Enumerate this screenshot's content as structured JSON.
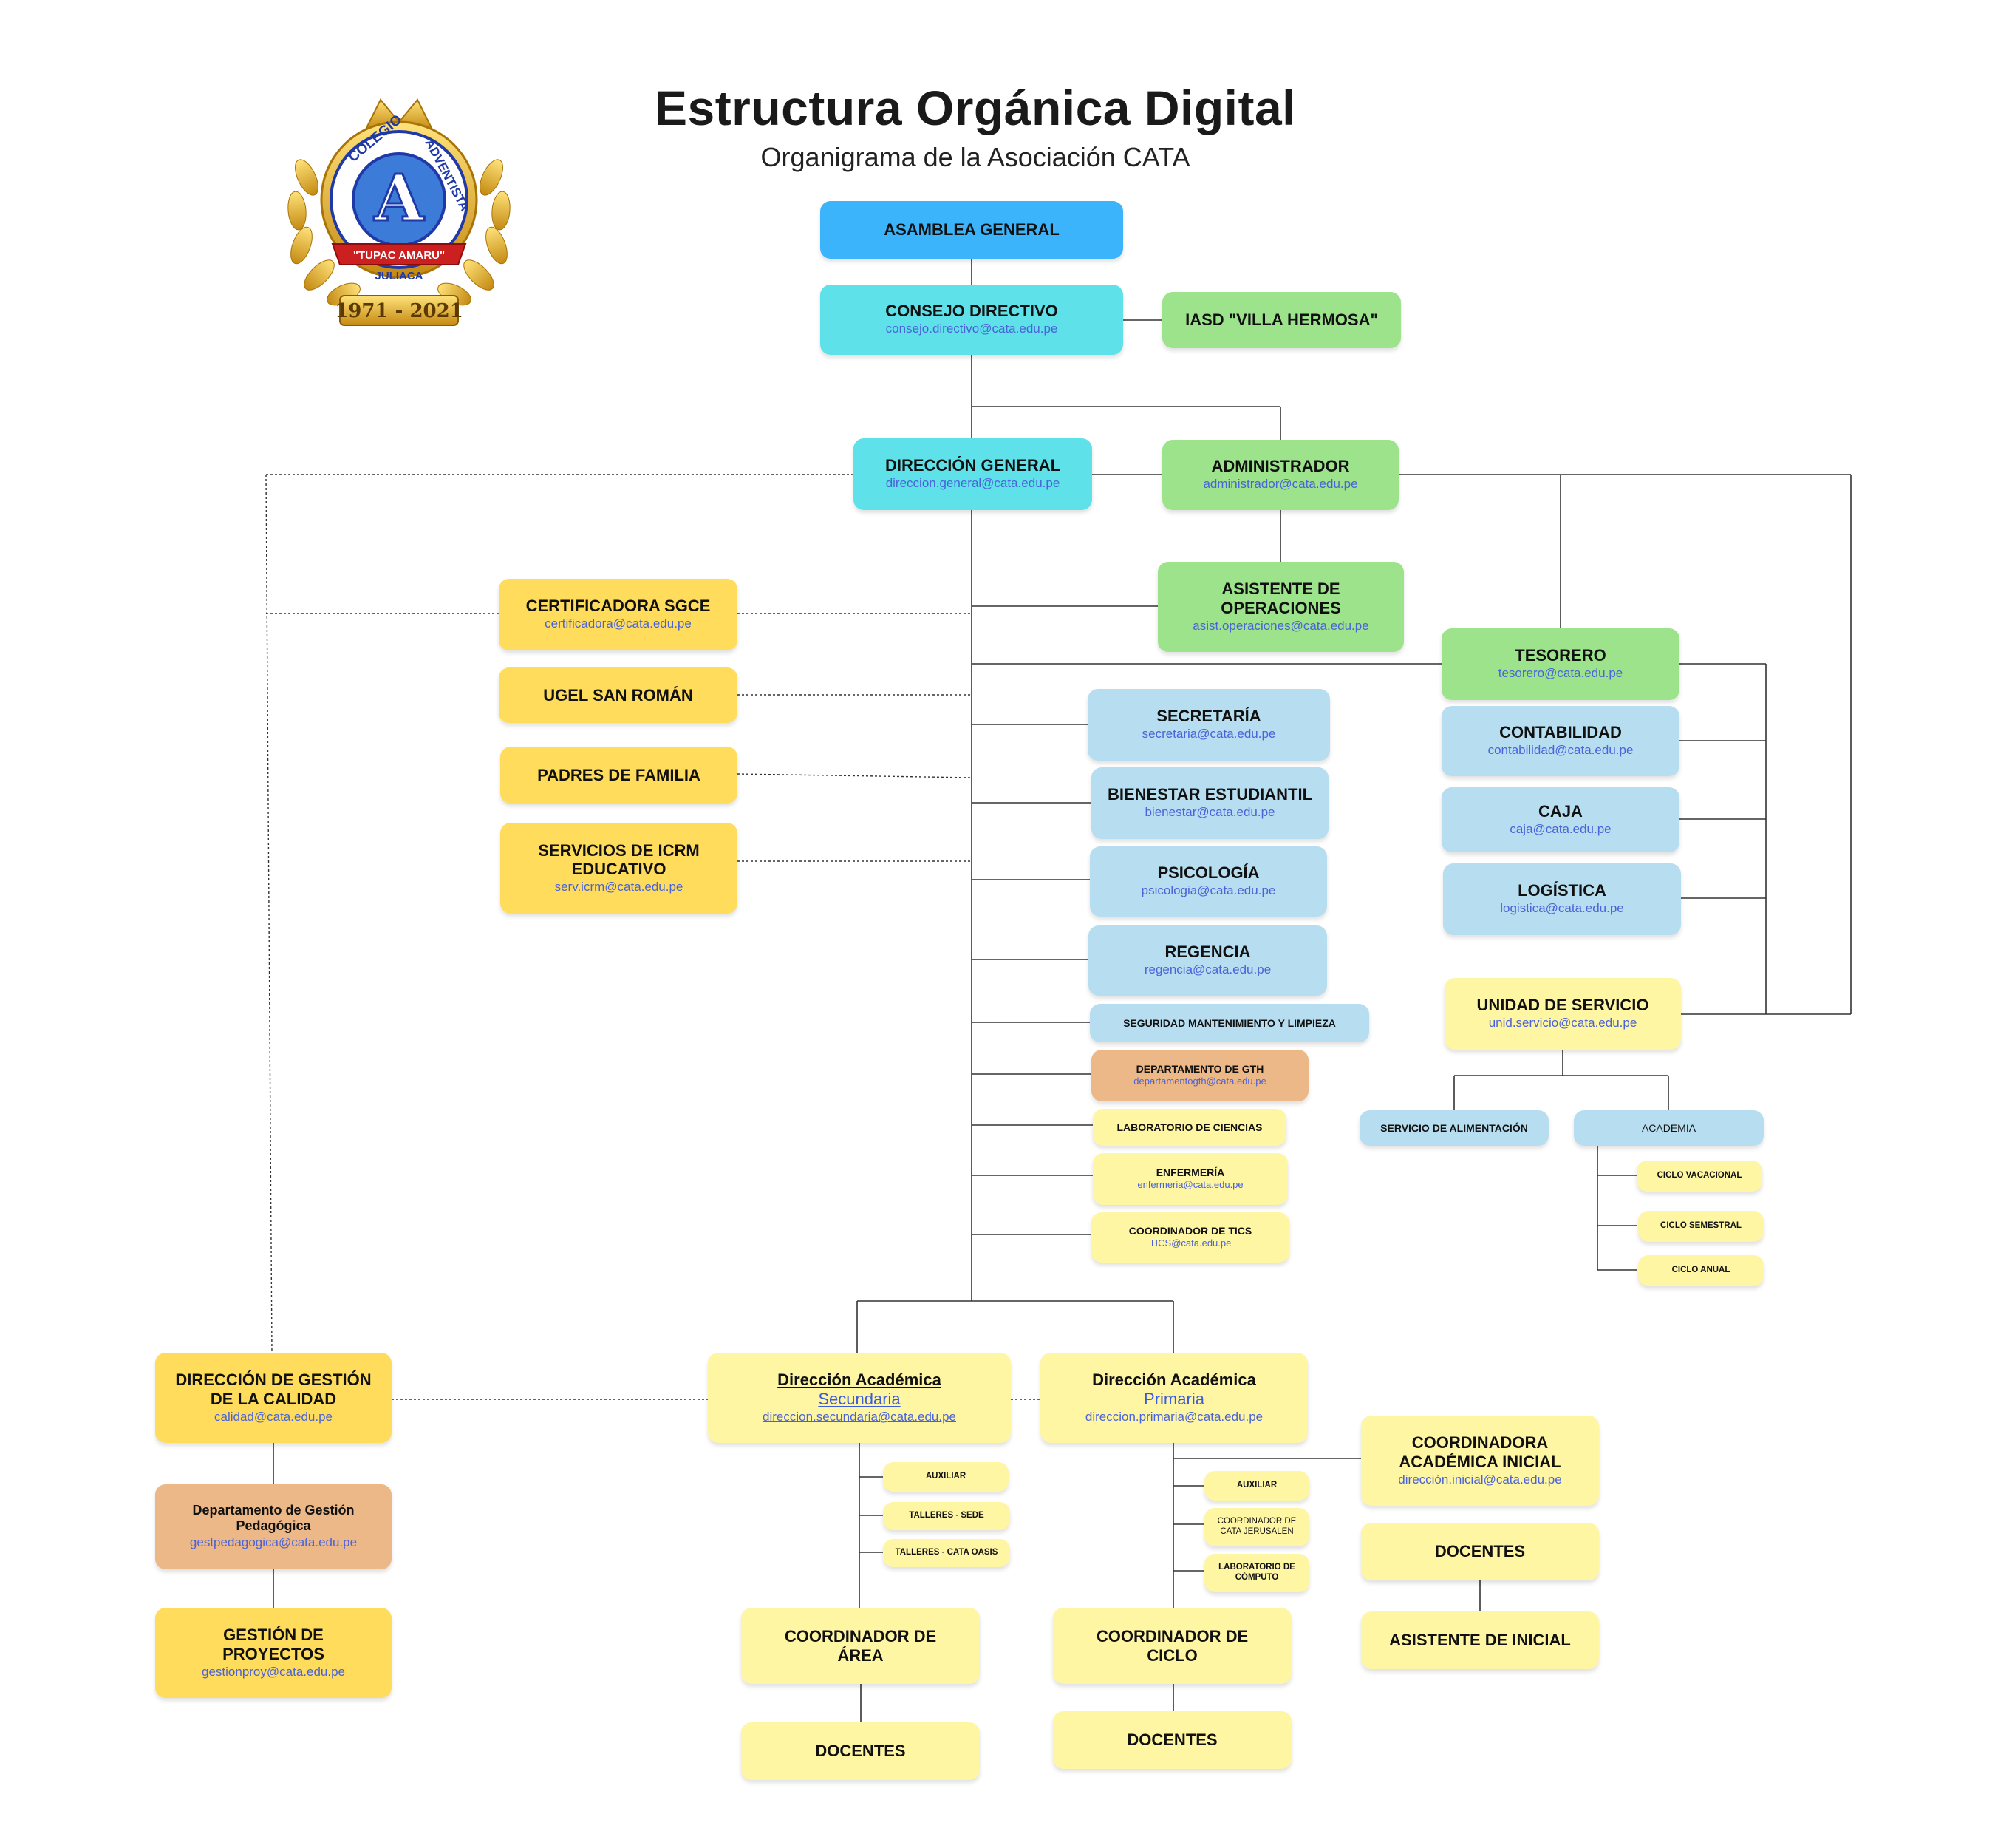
{
  "header": {
    "title": "Estructura Orgánica Digital",
    "subtitle": "Organigrama de la Asociación CATA"
  },
  "logo": {
    "top_text": "COLEGIO",
    "right_text": "ADVENTISTA",
    "banner": "\"TUPAC AMARU\"",
    "city": "JULIACA",
    "years": "1971 - 2021",
    "monogram": "A"
  },
  "colors": {
    "asamblea": "#3cb4fb",
    "consejo": "#5ee1e8",
    "green": "#9de38c",
    "lightblue": "#b6def0",
    "gold": "#ffdc5c",
    "paleyellow": "#fff6a4",
    "peach": "#edb887",
    "email": "#4a63d8"
  },
  "boxes": {
    "asamblea": {
      "title": "ASAMBLEA GENERAL"
    },
    "consejo": {
      "title": "CONSEJO DIRECTIVO",
      "email": "consejo.directivo@cata.edu.pe"
    },
    "iasd": {
      "title": "IASD  \"VILLA HERMOSA\""
    },
    "direccion_general": {
      "title": "DIRECCIÓN GENERAL",
      "email": "direccion.general@cata.edu.pe"
    },
    "administrador": {
      "title": "ADMINISTRADOR",
      "email": "administrador@cata.edu.pe"
    },
    "asistente_operaciones": {
      "title": "ASISTENTE DE OPERACIONES",
      "email": "asist.operaciones@cata.edu.pe"
    },
    "certificadora": {
      "title": "CERTIFICADORA SGCE",
      "email": "certificadora@cata.edu.pe"
    },
    "ugel": {
      "title": "UGEL SAN ROMÁN"
    },
    "padres": {
      "title": "PADRES DE FAMILIA"
    },
    "icrm": {
      "title": "SERVICIOS DE ICRM EDUCATIVO",
      "email": "serv.icrm@cata.edu.pe"
    },
    "tesorero": {
      "title": "TESORERO",
      "email": "tesorero@cata.edu.pe"
    },
    "contabilidad": {
      "title": "CONTABILIDAD",
      "email": "contabilidad@cata.edu.pe"
    },
    "caja": {
      "title": "CAJA",
      "email": "caja@cata.edu.pe"
    },
    "logistica": {
      "title": "LOGÍSTICA",
      "email": "logistica@cata.edu.pe"
    },
    "unidad_servicio": {
      "title": "UNIDAD DE SERVICIO",
      "email": "unid.servicio@cata.edu.pe"
    },
    "secretaria": {
      "title": "SECRETARÍA",
      "email": "secretaria@cata.edu.pe"
    },
    "bienestar": {
      "title": "BIENESTAR ESTUDIANTIL",
      "email": "bienestar@cata.edu.pe"
    },
    "psicologia": {
      "title": "PSICOLOGÍA",
      "email": "psicologia@cata.edu.pe"
    },
    "regencia": {
      "title": "REGENCIA",
      "email": "regencia@cata.edu.pe"
    },
    "seguridad": {
      "title": "SEGURIDAD MANTENIMIENTO Y LIMPIEZA"
    },
    "gth": {
      "title": "DEPARTAMENTO DE GTH",
      "email": "departamentogth@cata.edu.pe"
    },
    "laboratorio": {
      "title": "LABORATORIO DE CIENCIAS"
    },
    "enfermeria": {
      "title": "ENFERMERÍA",
      "email": "enfermeria@cata.edu.pe"
    },
    "tics": {
      "title": "COORDINADOR DE TICS",
      "email": "TICS@cata.edu.pe"
    },
    "alimentacion": {
      "title": "SERVICIO DE ALIMENTACIÓN"
    },
    "academia": {
      "title": "ACADEMIA"
    },
    "ciclo_vacacional": {
      "title": "CICLO VACACIONAL"
    },
    "ciclo_semestral": {
      "title": "CICLO SEMESTRAL"
    },
    "ciclo_anual": {
      "title": "CICLO ANUAL"
    },
    "gestion_calidad": {
      "title": "DIRECCIÓN DE GESTIÓN DE LA CALIDAD",
      "email": "calidad@cata.edu.pe"
    },
    "gestion_pedagogica": {
      "title": "Departamento de Gestión Pedagógica",
      "email": "gestpedagogica@cata.edu.pe"
    },
    "gestion_proyectos": {
      "title": "GESTIÓN DE PROYECTOS",
      "email": "gestionproy@cata.edu.pe"
    },
    "academica_secundaria": {
      "title": "Dirección Académica",
      "subtitle": "Secundaria",
      "email": "direccion.secundaria@cata.edu.pe"
    },
    "academica_primaria": {
      "title": "Dirección Académica",
      "subtitle": "Primaria",
      "email": "direccion.primaria@cata.edu.pe"
    },
    "auxiliar_sec": {
      "title": "AUXILIAR"
    },
    "talleres_sede": {
      "title": "TALLERES - SEDE"
    },
    "talleres_oasis": {
      "title": "TALLERES - CATA OASIS"
    },
    "auxiliar_pri": {
      "title": "AUXILIAR"
    },
    "coord_jerusalen": {
      "title": "COORDINADOR DE CATA JERUSALEN"
    },
    "lab_computo": {
      "title": "LABORATORIO DE CÓMPUTO"
    },
    "coord_inicial": {
      "title": "COORDINADORA ACADÉMICA INICIAL",
      "email": "dirección.inicial@cata.edu.pe"
    },
    "docentes_inicial": {
      "title": "DOCENTES"
    },
    "asistente_inicial": {
      "title": "ASISTENTE DE INICIAL"
    },
    "coord_area": {
      "title": "COORDINADOR DE ÁREA"
    },
    "docentes_sec": {
      "title": "DOCENTES"
    },
    "coord_ciclo": {
      "title": "COORDINADOR DE CICLO"
    },
    "docentes_pri": {
      "title": "DOCENTES"
    }
  }
}
